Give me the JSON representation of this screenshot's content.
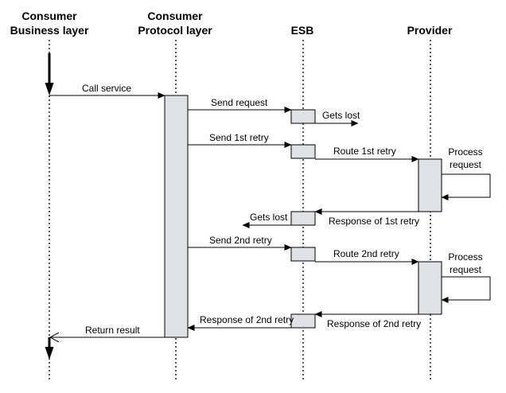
{
  "headers": {
    "consumer_business": [
      "Consumer",
      "Business layer"
    ],
    "consumer_protocol": [
      "Consumer",
      "Protocol layer"
    ],
    "esb": "ESB",
    "provider": "Provider"
  },
  "messages": {
    "call_service": "Call service",
    "send_request": "Send request",
    "gets_lost_1": "Gets lost",
    "send_1st_retry": "Send 1st retry",
    "route_1st_retry": "Route 1st retry",
    "process_request_1": [
      "Process",
      "request"
    ],
    "gets_lost_2": "Gets lost",
    "response_1st_retry": "Response of 1st retry",
    "send_2nd_retry": "Send 2nd retry",
    "route_2nd_retry": "Route 2nd retry",
    "process_request_2": [
      "Process",
      "request"
    ],
    "response_2nd_retry_esb": "Response of 2nd retry",
    "response_2nd_retry_provider": "Response of 2nd retry",
    "return_result": "Return result"
  },
  "colors": {
    "activation_fill": "#e0e1e4",
    "line": "#000000"
  }
}
